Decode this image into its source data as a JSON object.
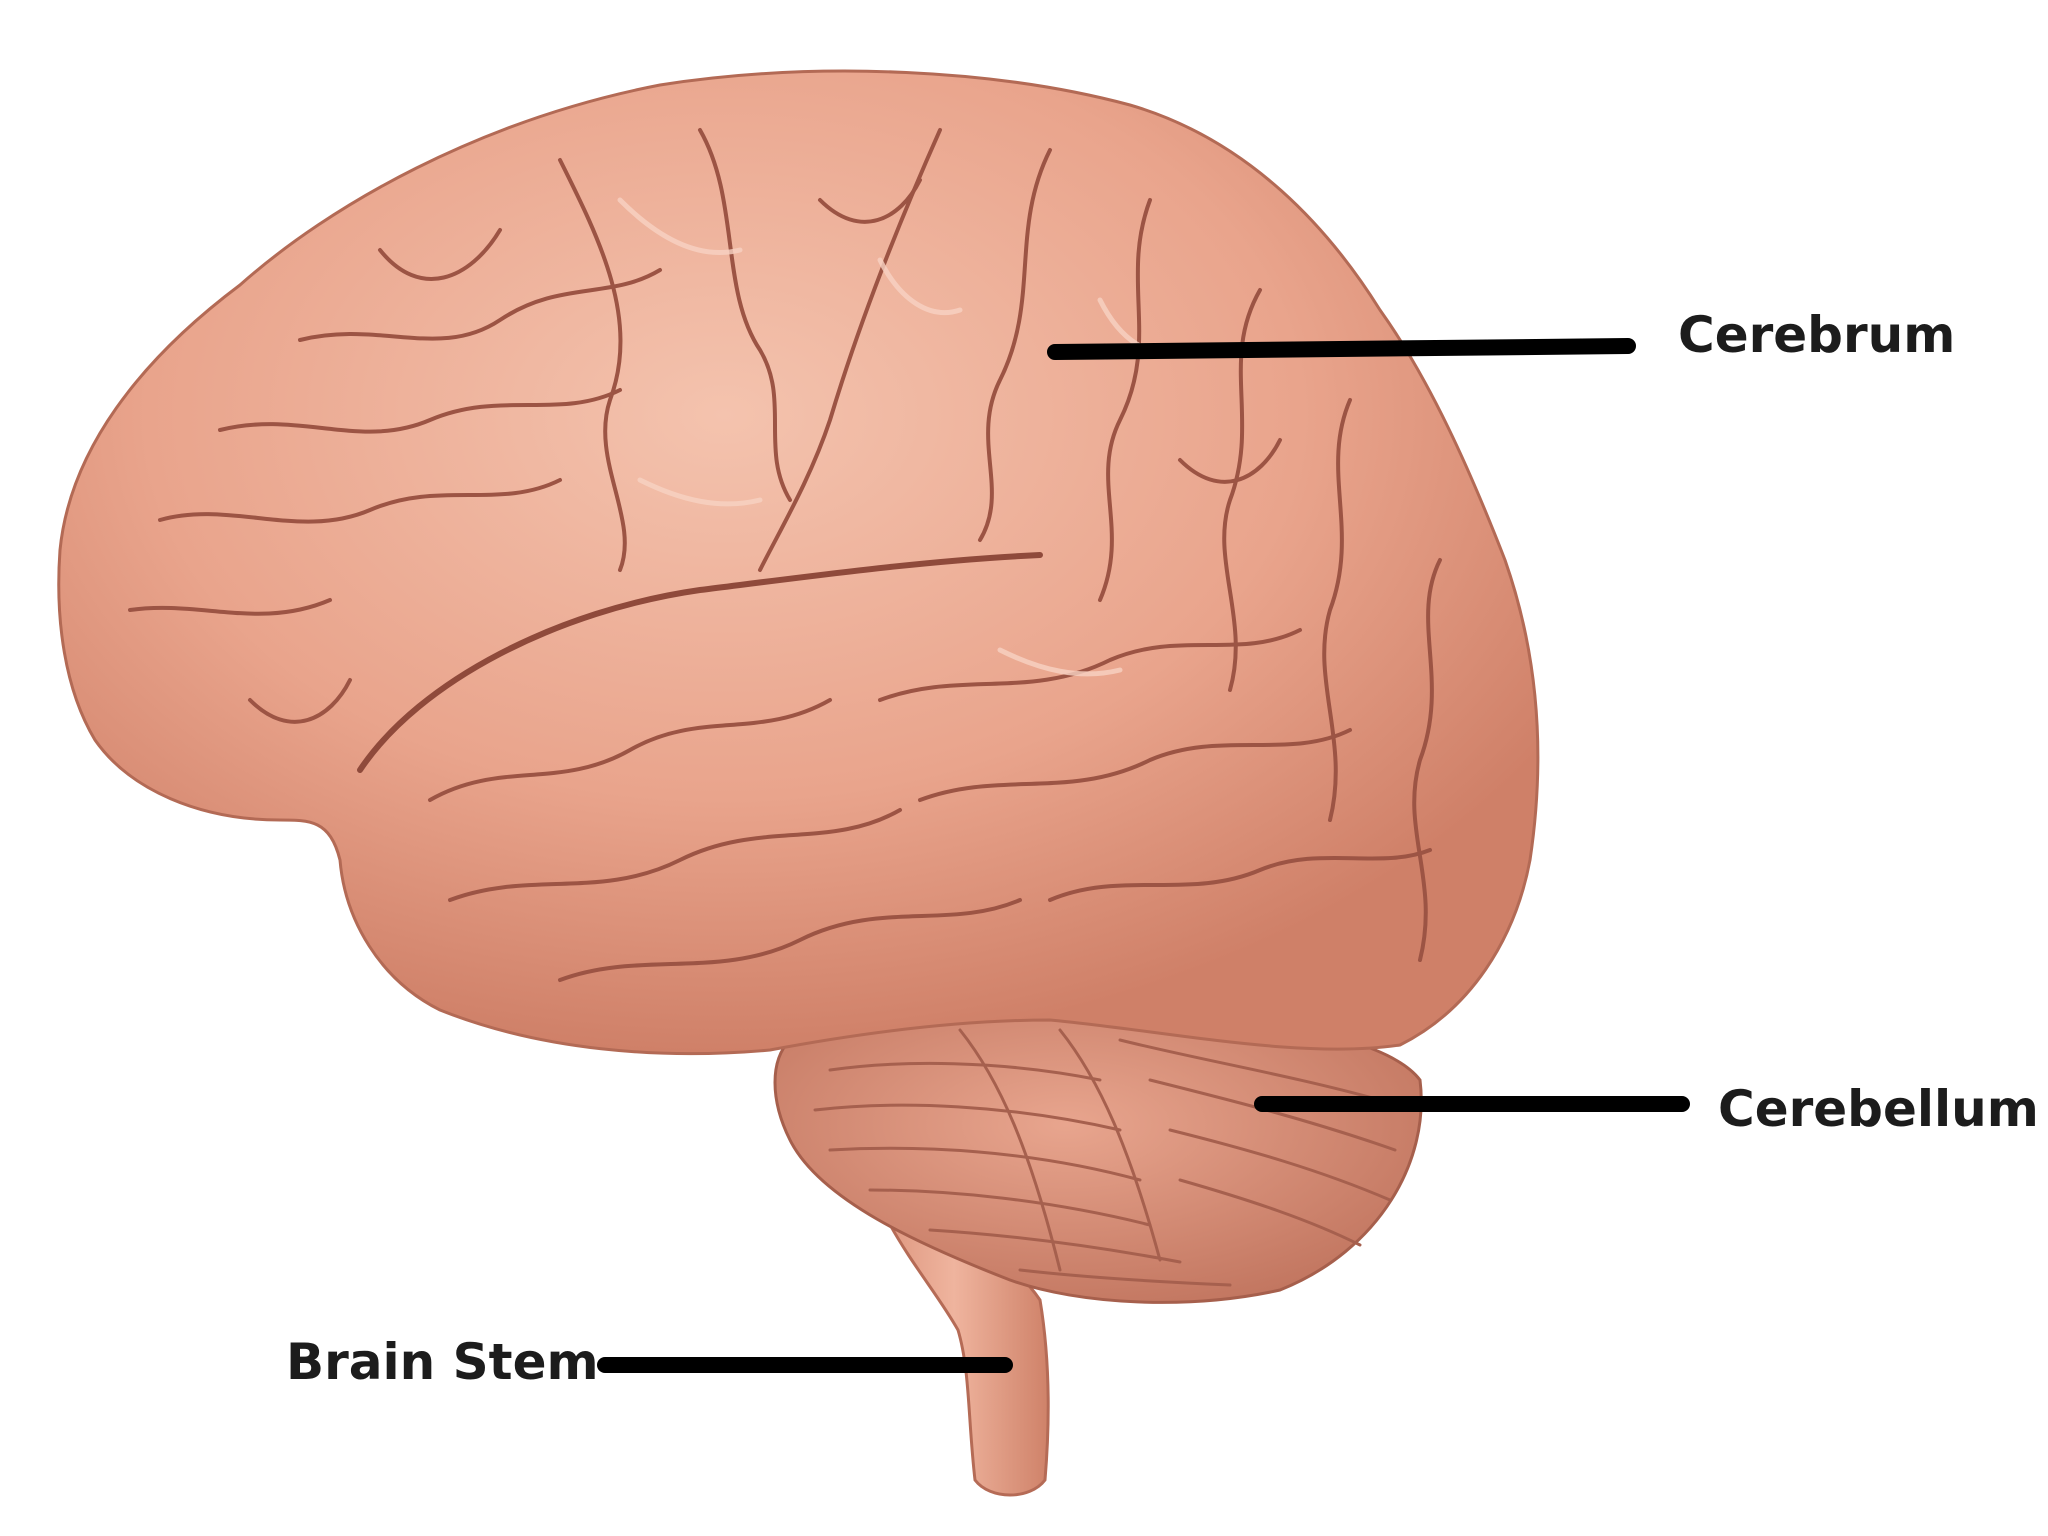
{
  "labels": {
    "cerebrum": "Cerebrum",
    "cerebellum": "Cerebellum",
    "brain_stem": "Brain Stem"
  },
  "colors": {
    "background": "#ffffff",
    "cerebrum_fill": "#e8a38c",
    "cerebrum_highlight": "#f3c2ae",
    "sulcus_line": "#9c5444",
    "cerebellum_fill": "#d98f78",
    "cerebellum_folia": "#a6604e",
    "brain_stem_fill": "#e4a089",
    "leader_line": "#000000",
    "label_text": "#1c1c1c"
  }
}
